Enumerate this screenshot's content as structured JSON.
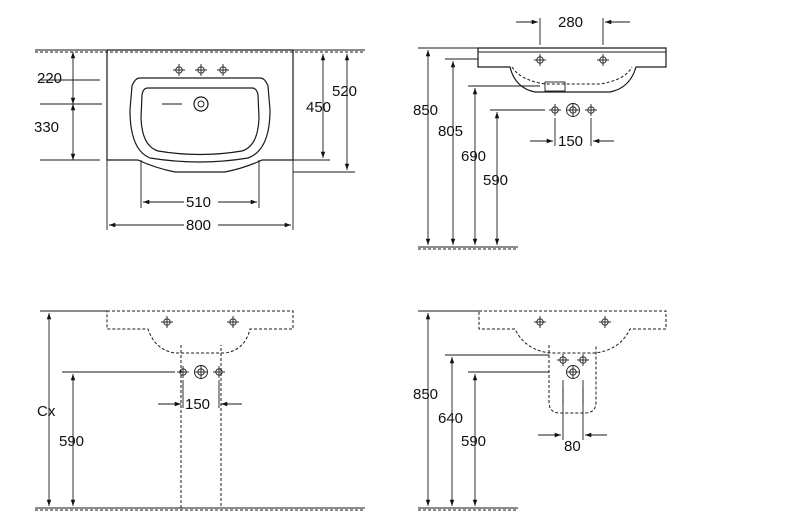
{
  "top_view": {
    "dim_220": "220",
    "dim_330": "330",
    "dim_450": "450",
    "dim_520": "520",
    "dim_510": "510",
    "dim_800": "800"
  },
  "side_view": {
    "dim_280": "280",
    "dim_850": "850",
    "dim_805": "805",
    "dim_690": "690",
    "dim_590": "590",
    "dim_150": "150"
  },
  "front_pedestal": {
    "dim_cx": "Cx",
    "dim_590": "590",
    "dim_150": "150"
  },
  "front_semi_pedestal": {
    "dim_850": "850",
    "dim_640": "640",
    "dim_590": "590",
    "dim_80": "80"
  }
}
